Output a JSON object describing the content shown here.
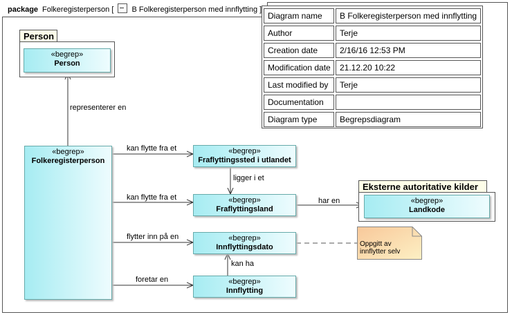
{
  "header": {
    "keyword": "package",
    "package_name": "Folkeregisterperson",
    "bracket_open": "[",
    "diagram_name": "B Folkeregisterperson med innflytting",
    "bracket_close": "]"
  },
  "info_table": [
    {
      "key": "Diagram name",
      "value": "B Folkeregisterperson med innflytting"
    },
    {
      "key": "Author",
      "value": "Terje"
    },
    {
      "key": "Creation date",
      "value": "2/16/16 12:53 PM"
    },
    {
      "key": "Modification date",
      "value": "21.12.20 10:22"
    },
    {
      "key": "Last modified by",
      "value": "Terje"
    },
    {
      "key": "Documentation",
      "value": ""
    },
    {
      "key": "Diagram type",
      "value": "Begrepsdiagram"
    }
  ],
  "packages": {
    "person": "Person",
    "eksterne": "Eksterne autoritative kilder"
  },
  "stereotype": "«begrep»",
  "classes": {
    "person": "Person",
    "folkeregisterperson": "Folkeregisterperson",
    "fraflyttingssted": "Fraflyttingssted i utlandet",
    "fraflyttingsland": "Fraflyttingsland",
    "innflyttingsdato": "Innflyttingsdato",
    "innflytting": "Innflytting",
    "landkode": "Landkode"
  },
  "relations": {
    "representerer": "representerer en",
    "kan_flytte_1": "kan flytte fra et",
    "kan_flytte_2": "kan flytte fra et",
    "flytter_inn": "flytter inn på en",
    "foretar": "foretar en",
    "ligger_i": "ligger i et",
    "har_en": "har en",
    "kan_ha": "kan ha"
  },
  "note": {
    "line1": "Oppgitt av",
    "line2": "innflytter selv"
  },
  "colors": {
    "class_fill": "#a6ecf2",
    "note_fill": "#fbd9a8",
    "package_tab": "#fdfde8"
  }
}
